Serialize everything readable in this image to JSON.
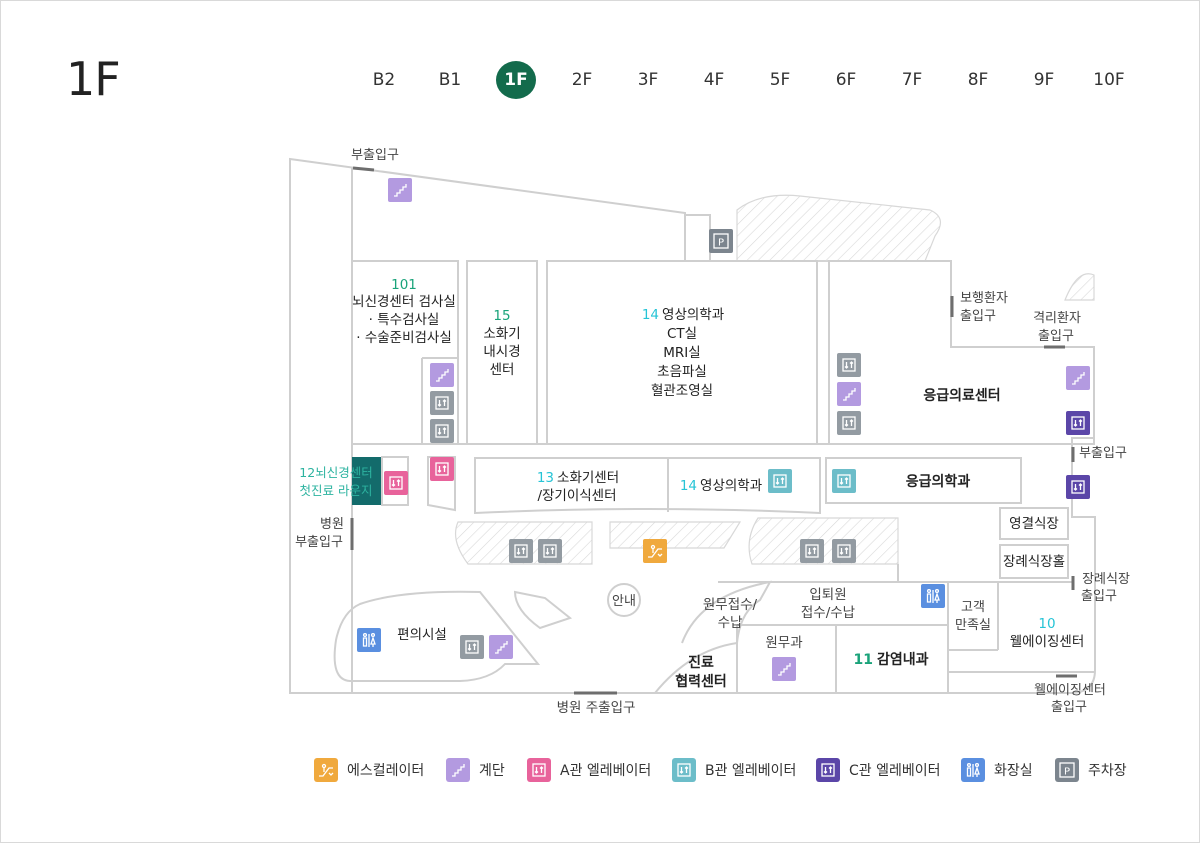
{
  "floor_title": "1F",
  "floors": [
    "B2",
    "B1",
    "1F",
    "2F",
    "3F",
    "4F",
    "5F",
    "6F",
    "7F",
    "8F",
    "9F",
    "10F"
  ],
  "active_floor": "1F",
  "colors": {
    "active_tab": "#136b4c",
    "escalator": "#f0a93d",
    "stairs": "#b39ae0",
    "elevator_a": "#e8639b",
    "elevator_b": "#6cbdc9",
    "elevator_c": "#5b46a8",
    "restroom": "#5a8fe0",
    "parking": "#7c858e",
    "elevator_generic": "#939ba2",
    "room_number_green": "#1aa37a",
    "room_number_cyan": "#26c4d6",
    "lounge_fill": "#136b6b"
  },
  "labels": {
    "entrance_top": "부출입구",
    "room101_num": "101",
    "room101_l1": "뇌신경센터 검사실",
    "room101_l2": "· 특수검사실",
    "room101_l3": "· 수술준비검사실",
    "room15_num": "15",
    "room15_l1": "소화기",
    "room15_l2": "내시경",
    "room15_l3": "센터",
    "room14_num": "14",
    "room14_l1": "영상의학과",
    "room14_l2": "CT실",
    "room14_l3": "MRI실",
    "room14_l4": "초음파실",
    "room14_l5": "혈관조영실",
    "walking_patient_l1": "보행환자",
    "walking_patient_l2": "출입구",
    "isolation_l1": "격리환자",
    "isolation_l2": "출입구",
    "emergency_center": "응급의료센터",
    "entrance_right": "부출입구",
    "lounge_num": "12",
    "lounge_l1": "뇌신경센터",
    "lounge_l2": "첫진료 라운지",
    "room13_num": "13",
    "room13_l1": "소화기센터",
    "room13_l2": "/장기이식센터",
    "room14b_num": "14",
    "room14b_l1": "영상의학과",
    "emergency_medicine": "응급의학과",
    "cafeteria": "영결식장",
    "funeral_hall": "장례식장홀",
    "funeral_entrance_l1": "장례식장",
    "funeral_entrance_l2": "출입구",
    "hospital_sub_l1": "병원",
    "hospital_sub_l2": "부출입구",
    "info": "안내",
    "convenience": "편의시설",
    "admin_reception_l1": "원무접수/",
    "admin_reception_l2": "수납",
    "admission_l1": "입퇴원",
    "admission_l2": "접수/수납",
    "customer_l1": "고객",
    "customer_l2": "만족실",
    "room10_num": "10",
    "room10_l1": "웰에이징센터",
    "admin_dept": "원무과",
    "referral_l1": "진료",
    "referral_l2": "협력센터",
    "room11_num": "11",
    "room11_l1": "감염내과",
    "main_entrance": "병원 주출입구",
    "wellaging_entrance_l1": "웰에이징센터",
    "wellaging_entrance_l2": "출입구",
    "parking_icon_text": "P"
  },
  "legend": [
    {
      "icon": "escalator-icon",
      "label": "에스컬레이터",
      "color": "#f0a93d"
    },
    {
      "icon": "stairs-icon",
      "label": "계단",
      "color": "#b39ae0"
    },
    {
      "icon": "elevator-a-icon",
      "label": "A관 엘레베이터",
      "color": "#e8639b"
    },
    {
      "icon": "elevator-b-icon",
      "label": "B관 엘레베이터",
      "color": "#6cbdc9"
    },
    {
      "icon": "elevator-c-icon",
      "label": "C관 엘레베이터",
      "color": "#5b46a8"
    },
    {
      "icon": "restroom-icon",
      "label": "화장실",
      "color": "#5a8fe0"
    },
    {
      "icon": "parking-icon",
      "label": "주차장",
      "color": "#7c858e"
    }
  ]
}
